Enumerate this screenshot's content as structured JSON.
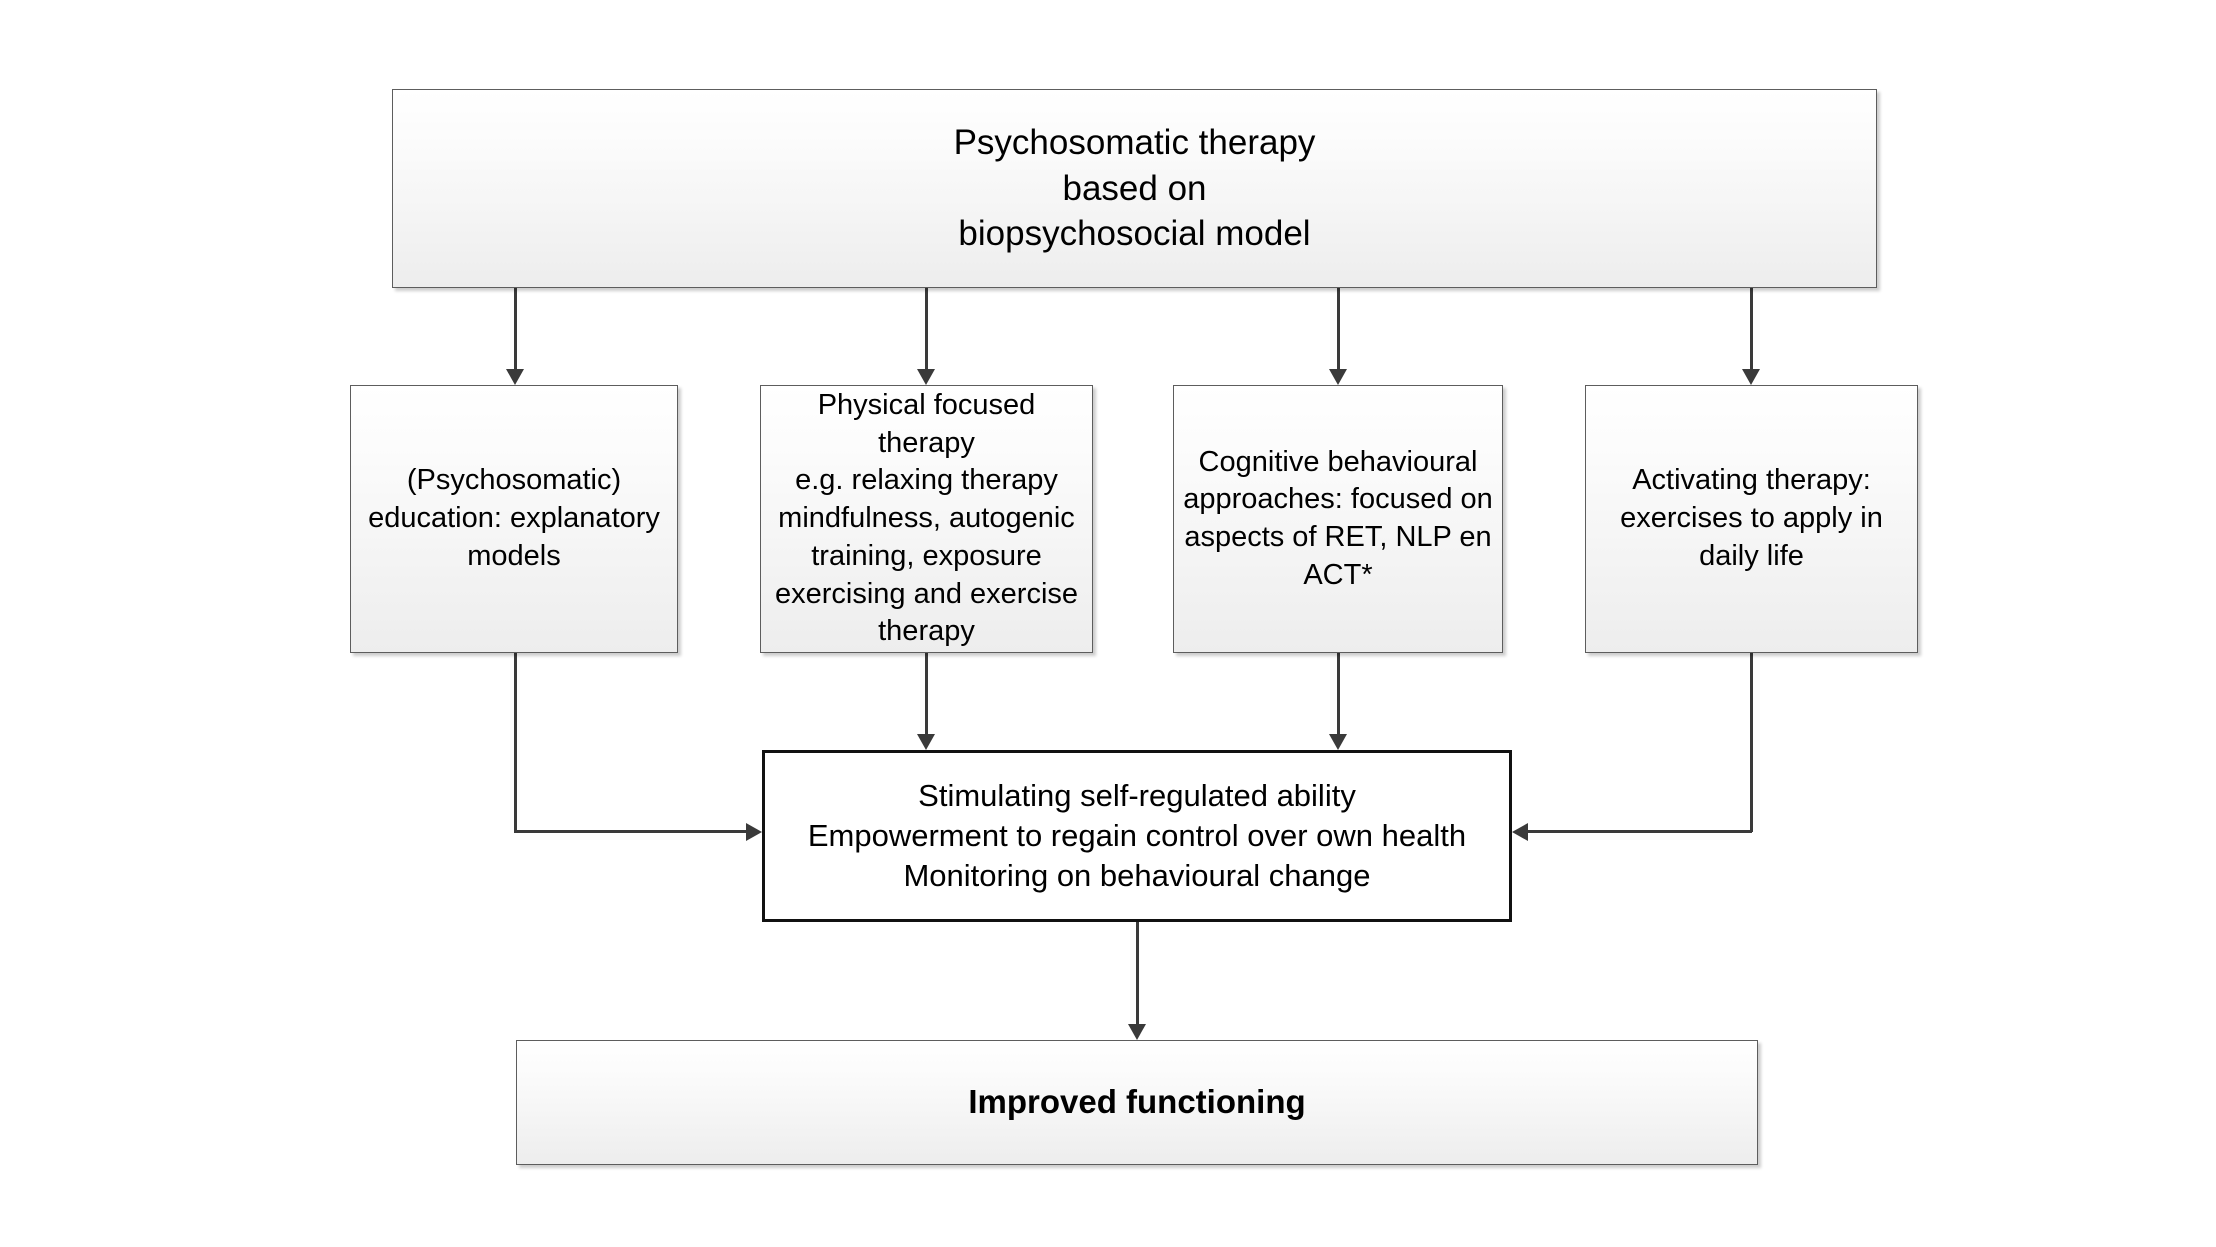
{
  "diagram": {
    "title": "Psychosomatic therapy based on biopsychosocial model",
    "nodes": {
      "top": {
        "label": "Psychosomatic therapy\nbased on\nbiopsychosocial model"
      },
      "education": {
        "label": "(Psychosomatic)\neducation: explanatory\nmodels"
      },
      "physical": {
        "label": "Physical focused therapy\ne.g. relaxing therapy\nmindfulness, autogenic\ntraining,  exposure\nexercising and exercise\ntherapy"
      },
      "cognitive": {
        "label": "Cognitive behavioural\napproaches: focused on\naspects of RET, NLP en\nACT*"
      },
      "activating": {
        "label": "Activating therapy:\nexercises to apply in\ndaily life"
      },
      "central": {
        "label": "Stimulating self-regulated ability\nEmpowerment  to regain control over own health\nMonitoring on behavioural change"
      },
      "outcome": {
        "label": "Improved functioning"
      }
    },
    "colors": {
      "box_border_light": "#5d5d5d",
      "box_border_heavy": "#111111",
      "box_fill_top": "#ffffff",
      "box_fill_bottom": "#ededed",
      "connector": "#3a3a3a",
      "text": "#000000",
      "background": "#ffffff"
    }
  }
}
